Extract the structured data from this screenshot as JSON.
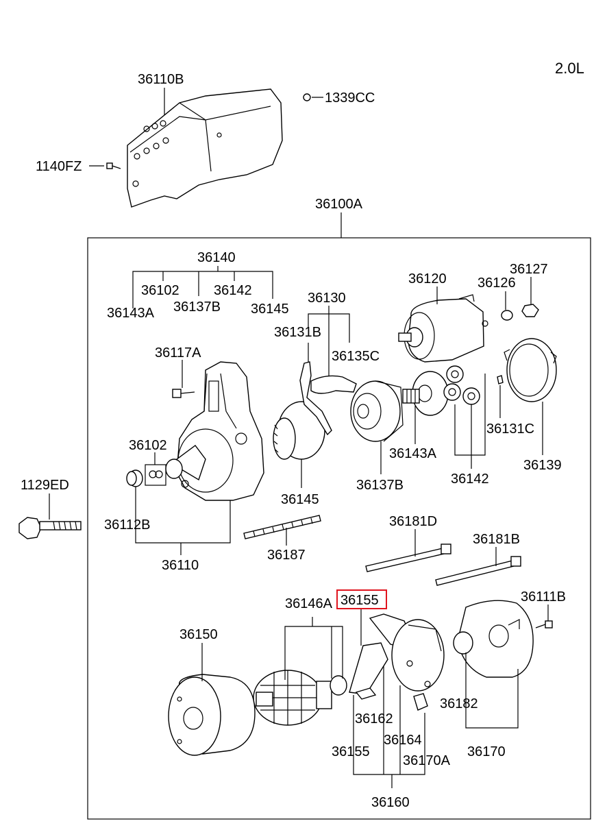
{
  "engine_label": "2.0L",
  "highlight": {
    "part": "36155",
    "color": "#e0141e"
  },
  "labels": {
    "p36110B": "36110B",
    "p1339CC": "1339CC",
    "p1140FZ": "1140FZ",
    "p36100A": "36100A",
    "p36140": "36140",
    "p36102a": "36102",
    "p36142a": "36142",
    "p36143A_a": "36143A",
    "p36137B_a": "36137B",
    "p36145_a": "36145",
    "p36130": "36130",
    "p36120": "36120",
    "p36126": "36126",
    "p36127": "36127",
    "p36131B": "36131B",
    "p36135C": "36135C",
    "p36117A": "36117A",
    "p36102b": "36102",
    "p1129ED": "1129ED",
    "p36112B": "36112B",
    "p36110": "36110",
    "p36145_b": "36145",
    "p36137B_b": "36137B",
    "p36143A_b": "36143A",
    "p36142b": "36142",
    "p36131C": "36131C",
    "p36139": "36139",
    "p36187": "36187",
    "p36181D": "36181D",
    "p36181B": "36181B",
    "p36146A": "36146A",
    "p36155_box": "36155",
    "p36111B": "36111B",
    "p36150": "36150",
    "p36182": "36182",
    "p36162": "36162",
    "p36164": "36164",
    "p36155_b": "36155",
    "p36170A": "36170A",
    "p36170": "36170",
    "p36160": "36160"
  }
}
